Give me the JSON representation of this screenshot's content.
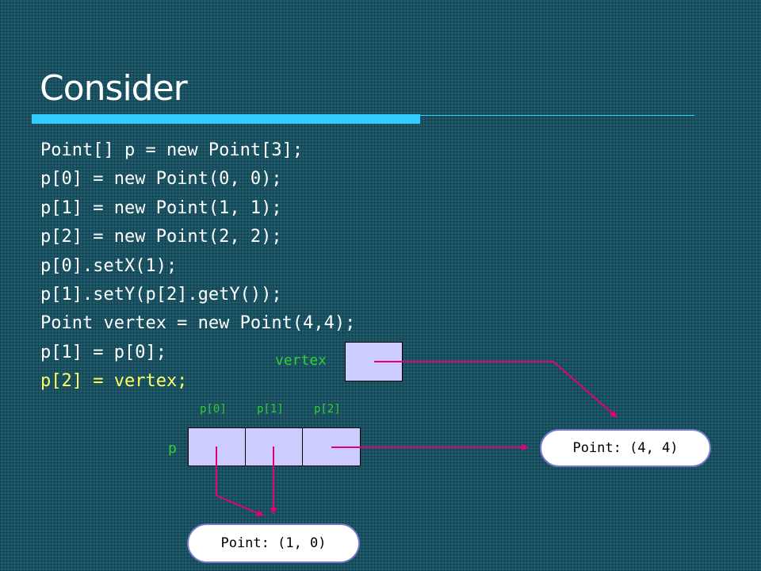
{
  "title": "Consider",
  "code": [
    "Point[] p = new Point[3];",
    "p[0] = new Point(0, 0);",
    "p[1] = new Point(1, 1);",
    "p[2] = new Point(2, 2);",
    "p[0].setX(1);",
    "p[1].setY(p[2].getY());",
    "Point vertex = new Point(4,4);",
    "p[1] = p[0];",
    "p[2] = vertex;"
  ],
  "diagram": {
    "vertex_label": "vertex",
    "array_label": "p",
    "index_labels": [
      "p[0]",
      "p[1]",
      "p[2]"
    ],
    "point_a": "Point: (4, 4)",
    "point_b": "Point: (1, 0)"
  },
  "colors": {
    "background": "#1d5a6b",
    "accent": "#33ccff",
    "highlight_text": "#ffff66",
    "label_green": "#33cc33",
    "cell_fill": "#ccccff",
    "arrow": "#e0007a"
  }
}
